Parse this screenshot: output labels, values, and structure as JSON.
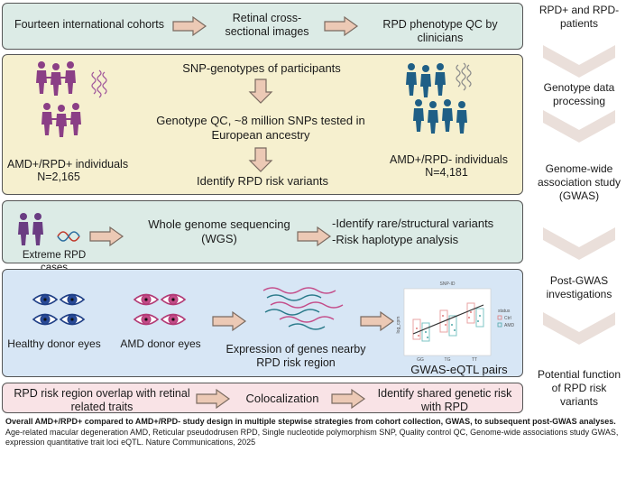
{
  "colors": {
    "panel1": "#dcebe6",
    "panel2": "#f6f0cf",
    "panel3": "#dcebe6",
    "panel4": "#d7e6f5",
    "panel5": "#f9e3e6",
    "arrow_fill": "#ecc9b5",
    "arrow_stroke": "#7a6a60",
    "chevron": "#eadfda",
    "purple": "#8b3f86",
    "blue": "#1f5f86"
  },
  "row1": {
    "cohorts": "Fourteen international cohorts",
    "images": "Retinal cross-sectional images",
    "qc": "RPD phenotype QC by clinicians"
  },
  "row2": {
    "snp": "SNP-genotypes of participants",
    "genotype_qc": "Genotype QC, ~8 million SNPs tested in European ancestry",
    "identify": "Identify RPD risk variants",
    "left_group": "AMD+/RPD+ individuals",
    "left_n": "N=2,165",
    "right_group": "AMD+/RPD- individuals",
    "right_n": "N=4,181"
  },
  "row3": {
    "extreme": "Extreme RPD cases",
    "wgs": "Whole genome sequencing (WGS)",
    "rare": "-Identify rare/structural variants",
    "haplo": "-Risk haplotype analysis"
  },
  "row4": {
    "healthy": "Healthy donor eyes",
    "amd_eyes": "AMD donor eyes",
    "expression": "Expression of genes nearby RPD risk region",
    "gwas_eqtl": "GWAS-eQTL pairs",
    "plot_title": "SNP-ID",
    "plot_ylabel": "log_cpm",
    "plot_ticks": [
      "GG",
      "TG",
      "TT"
    ],
    "legend_title": "status",
    "legend_items": [
      "Ctrl",
      "AMD"
    ]
  },
  "row5": {
    "overlap": "RPD risk region overlap with retinal related traits",
    "coloc": "Colocalization",
    "shared": "Identify shared genetic risk with RPD"
  },
  "side": {
    "s1": "RPD+ and RPD- patients",
    "s2": "Genotype data processing",
    "s3": "Genome-wide association study (GWAS)",
    "s4": "Post-GWAS investigations",
    "s5": "Potential function of RPD risk variants"
  },
  "caption": {
    "bold": "Overall AMD+/RPD+ compared to AMD+/RPD- study design in multiple stepwise strategies from cohort collection, GWAS, to subsequent post-GWAS analyses.",
    "normal": " Age-related macular degeneration AMD, Reticular pseudodrusen RPD, Single nucleotide polymorphism SNP, Quality control QC, Genome-wide associations study GWAS, expression quantitative trait loci eQTL. Nature Communications, 2025"
  }
}
